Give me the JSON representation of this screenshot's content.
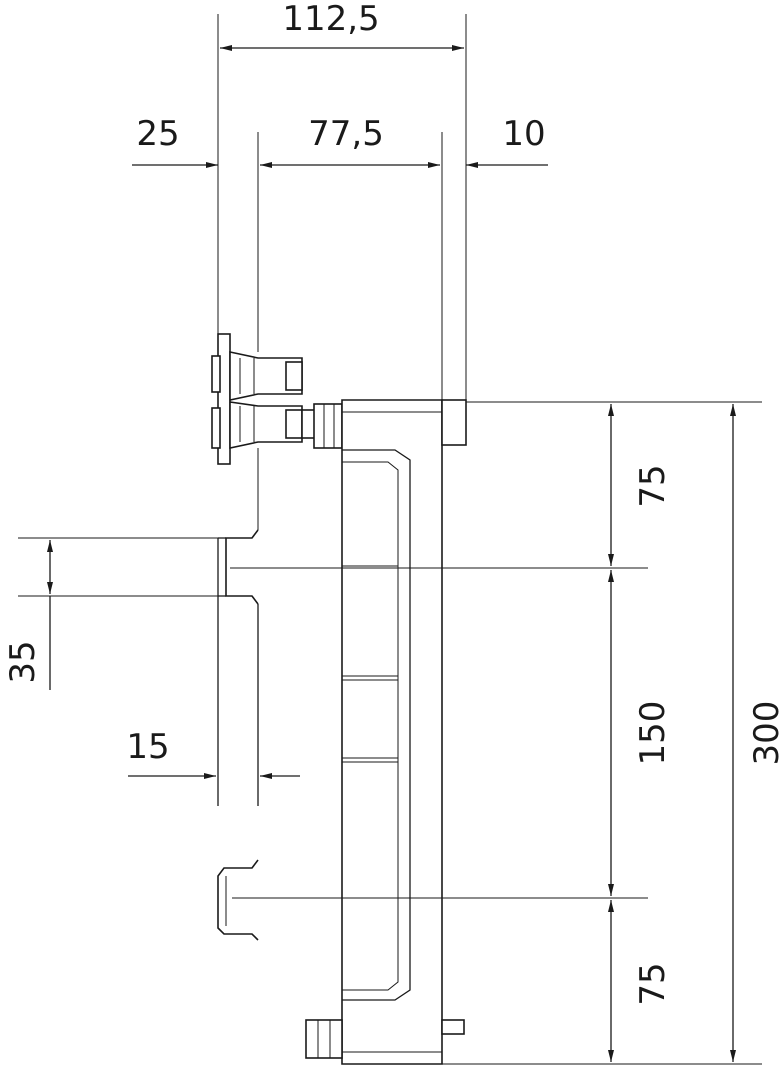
{
  "dimensions": {
    "overall_width": "112,5",
    "left_offset": "25",
    "mid_width": "77,5",
    "right_offset": "10",
    "rail_height": "35",
    "rail_depth": "15",
    "top_section": "75",
    "middle_section": "150",
    "bottom_section": "75",
    "overall_height": "300"
  }
}
